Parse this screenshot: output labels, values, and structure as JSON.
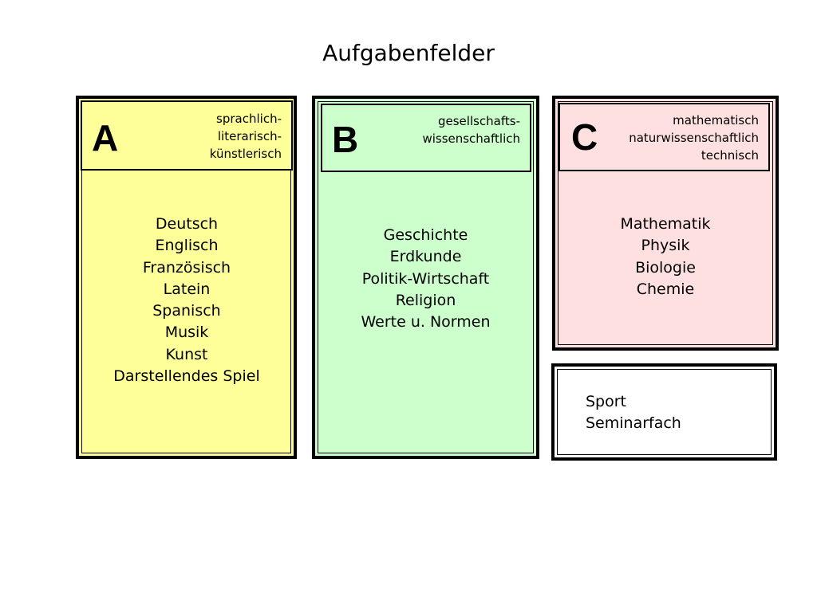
{
  "title": "Aufgabenfelder",
  "colors": {
    "a": "#ffff99",
    "b": "#ccffcc",
    "c": "#ffe0e0",
    "extra": "#ffffff"
  },
  "fields": [
    {
      "letter": "A",
      "description": [
        "sprachlich-",
        "literarisch-",
        "künstlerisch"
      ],
      "subjects": [
        "Deutsch",
        "Englisch",
        "Französisch",
        "Latein",
        "Spanisch",
        "Musik",
        "Kunst",
        "Darstellendes Spiel"
      ]
    },
    {
      "letter": "B",
      "description": [
        "gesellschafts-",
        "wissenschaftlich"
      ],
      "subjects": [
        "Geschichte",
        "Erdkunde",
        "Politik-Wirtschaft",
        "Religion",
        "Werte u. Normen"
      ]
    },
    {
      "letter": "C",
      "description": [
        "mathematisch",
        "naturwissenschaftlich",
        "technisch"
      ],
      "subjects": [
        "Mathematik",
        "Physik",
        "Biologie",
        "Chemie"
      ]
    }
  ],
  "other": {
    "items": [
      "Sport",
      "Seminarfach"
    ]
  }
}
